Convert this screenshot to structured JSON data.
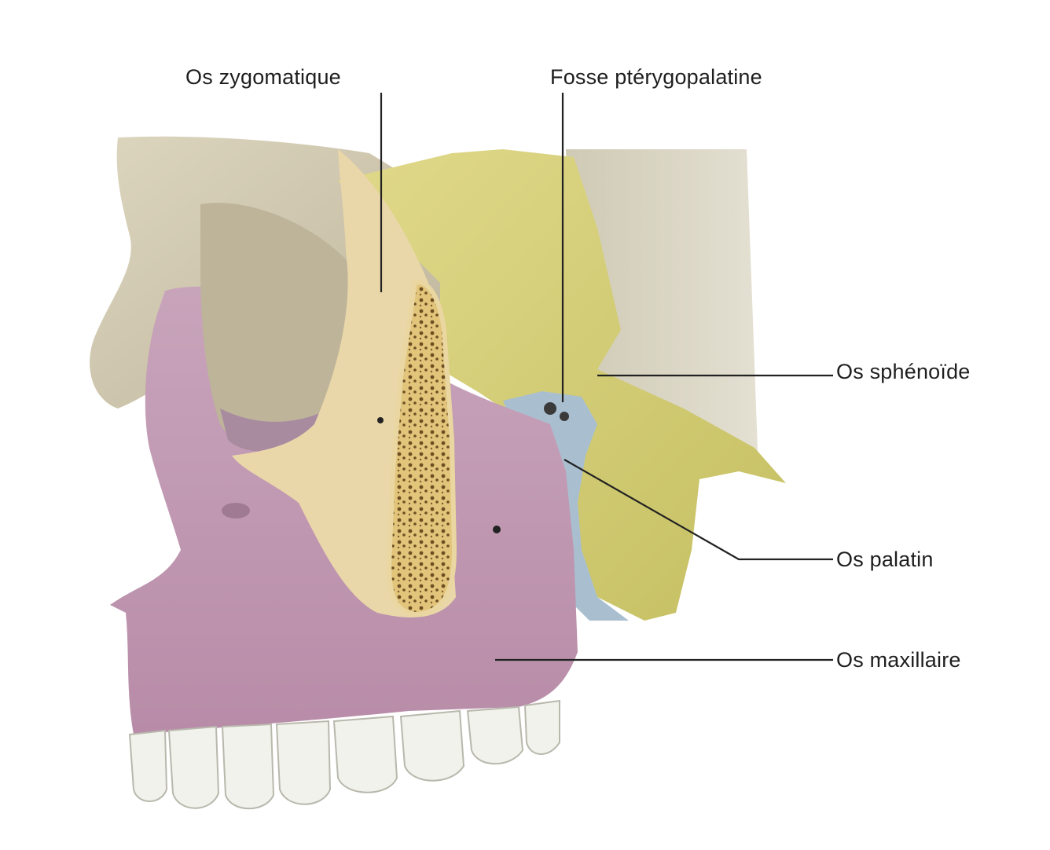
{
  "figure": {
    "labels": {
      "zygomatic": "Os zygomatique",
      "fossa": "Fosse ptérygopalatine",
      "sphenoid": "Os sphénoïde",
      "palatine": "Os palatin",
      "maxilla": "Os maxillaire"
    },
    "colors": {
      "skull": "#cfc6ae",
      "zygomatic": "#ead7a9",
      "sphenoid": "#d6d07a",
      "palatine": "#a9bfd0",
      "maxilla": "#c59fb6",
      "teeth": "#f2f2ec",
      "spongy_bone": "#d8b866",
      "leader_line": "#222222"
    }
  }
}
